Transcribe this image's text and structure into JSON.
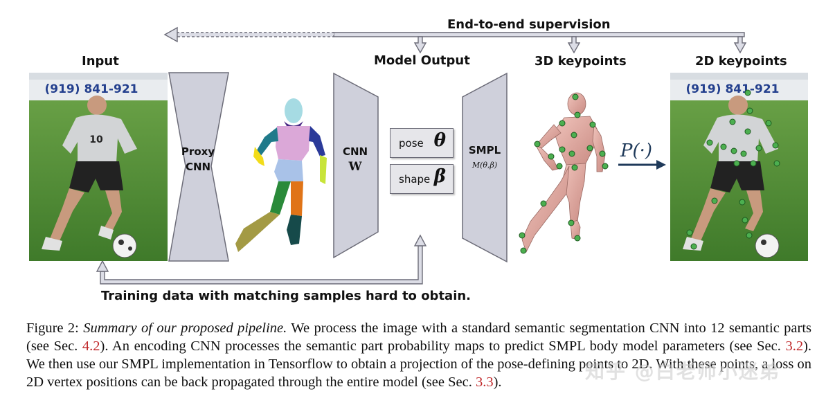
{
  "labels": {
    "input": "Input",
    "model_output": "Model Output",
    "keypoints_3d": "3D keypoints",
    "keypoints_2d": "2D keypoints",
    "end_to_end": "End-to-end supervision",
    "training_data": "Training data with matching samples hard to obtain."
  },
  "blocks": {
    "proxy_cnn_line1": "Proxy",
    "proxy_cnn_line2": "CNN",
    "cnn_line1": "CNN",
    "cnn_line2": "W",
    "smpl_line1": "SMPL",
    "smpl_line2": "M(θ,β)",
    "pose_label": "pose",
    "pose_symbol": "θ",
    "shape_label": "shape",
    "shape_symbol": "β",
    "projection": "P(·)"
  },
  "photo_text": {
    "banner": "(919) 841-921",
    "jersey_number": "10"
  },
  "caption": {
    "fig_label": "Figure 2:",
    "fig_title": "Summary of our proposed pipeline.",
    "part1": "We process the image with a standard semantic segmentation CNN into 12 semantic parts (see Sec.",
    "ref1": "4.2",
    "part2": "). An encoding CNN processes the semantic part probability maps to predict SMPL body model parameters (see Sec.",
    "ref2": "3.2",
    "part3": "). We then use our SMPL implementation in Tensorflow to obtain a projection of the pose-defining points to 2D. With these points, a loss on 2D vertex positions can be back propagated through the entire model (see Sec.",
    "ref3": "3.3",
    "part4": ")."
  },
  "watermark": "知乎 @白老师小迷弟",
  "colors": {
    "block_fill": "#cfd0db",
    "block_stroke": "#6c6c78",
    "arrow_fill": "#dcdde6",
    "ref_red": "#c0292b",
    "keypoint_green": "#4caf50",
    "body_pink": "#e8b0a8"
  }
}
